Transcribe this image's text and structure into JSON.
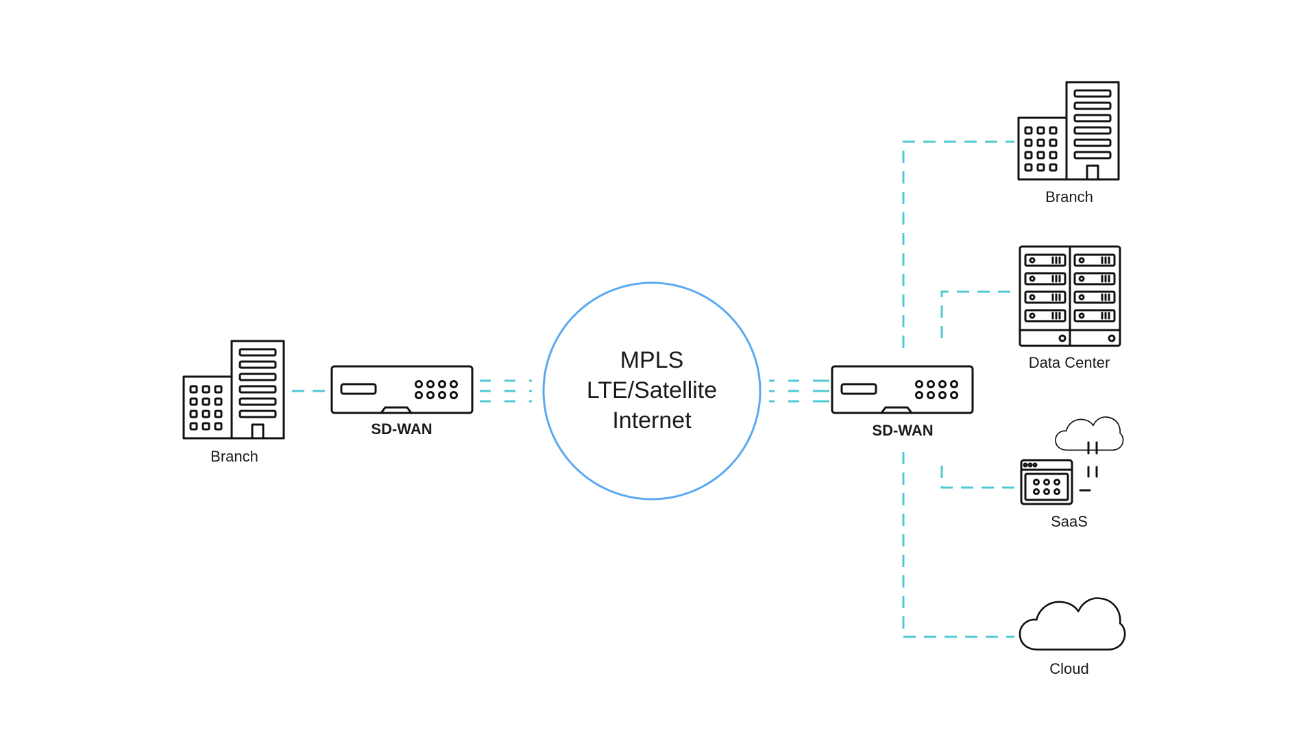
{
  "diagram": {
    "hub": {
      "lines": [
        "MPLS",
        "LTE/Satellite",
        "Internet"
      ],
      "circle_color": "#5aa9f0"
    },
    "connector_color": "#4fc9d4",
    "left_branch": {
      "label": "Branch",
      "icon": "office-building-icon"
    },
    "left_sdwan": {
      "label": "SD-WAN",
      "icon": "router-appliance-icon"
    },
    "right_sdwan": {
      "label": "SD-WAN",
      "icon": "router-appliance-icon"
    },
    "destinations": [
      {
        "label": "Branch",
        "icon": "office-building-icon"
      },
      {
        "label": "Data Center",
        "icon": "server-rack-icon"
      },
      {
        "label": "SaaS",
        "icon": "saas-app-cloud-icon"
      },
      {
        "label": "Cloud",
        "icon": "cloud-icon"
      }
    ]
  }
}
